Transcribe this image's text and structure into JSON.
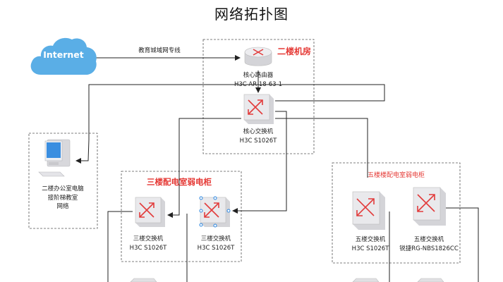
{
  "title": "网络拓扑图",
  "internet_label": "Internet",
  "link_label": "教育城域网专线",
  "zones": {
    "floor2": "二楼机房",
    "floor3": "三楼配电室弱电柜",
    "floor5": "五楼楼配电室弱电柜"
  },
  "devices": {
    "core_router": {
      "name": "核心路由器",
      "model": "H3C AR 18-63-1"
    },
    "core_switch": {
      "name": "核心交换机",
      "model": "H3C S1026T"
    },
    "office_pc": {
      "line1": "二楼办公室电脑",
      "line2": "接阶梯教室",
      "line3": "网络"
    },
    "f3_switch_a": {
      "name": "三楼交换机",
      "model": "H3C S1026T"
    },
    "f3_switch_b": {
      "name": "三楼交换机",
      "model": "H3C S1026T"
    },
    "f5_switch_a": {
      "name": "五楼交换机",
      "model": "H3C S1026T"
    },
    "f5_switch_b": {
      "name": "五楼交换机",
      "model": "锐捷RG-NBS1826CC"
    }
  },
  "colors": {
    "accent": "#e53935",
    "cloud": "#5aaee6",
    "device_red": "#e23c3c",
    "device_body": "#e9e9ec"
  }
}
